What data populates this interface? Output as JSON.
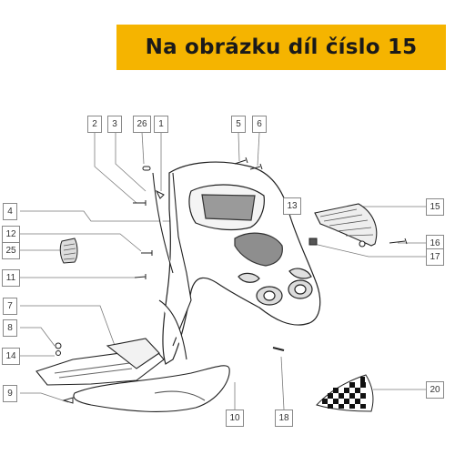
{
  "banner": {
    "text": "Na obrázku díl číslo 15",
    "background": "#f5b400"
  },
  "diagram": {
    "line_color": "#7a7a7a",
    "callouts": [
      "1",
      "2",
      "3",
      "4",
      "5",
      "6",
      "7",
      "8",
      "9",
      "10",
      "11",
      "12",
      "13",
      "14",
      "15",
      "16",
      "17",
      "18",
      "20",
      "25",
      "26"
    ]
  }
}
